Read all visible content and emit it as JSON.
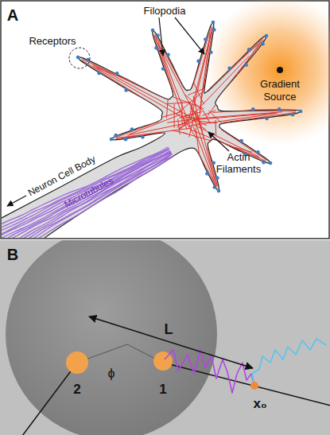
{
  "diagram": {
    "nodes": [
      {
        "text": [
          "Gradient Source"
        ]
      },
      {
        "text": [
          "2"
        ]
      },
      {
        "text": [
          "1"
        ]
      }
    ],
    "labels": [
      "A",
      "Receptors",
      "Filopodia",
      "Actin Filaments",
      "Neuron Cell Body",
      "Microtubules",
      "B",
      "L",
      "ϕ",
      "x₀"
    ]
  }
}
